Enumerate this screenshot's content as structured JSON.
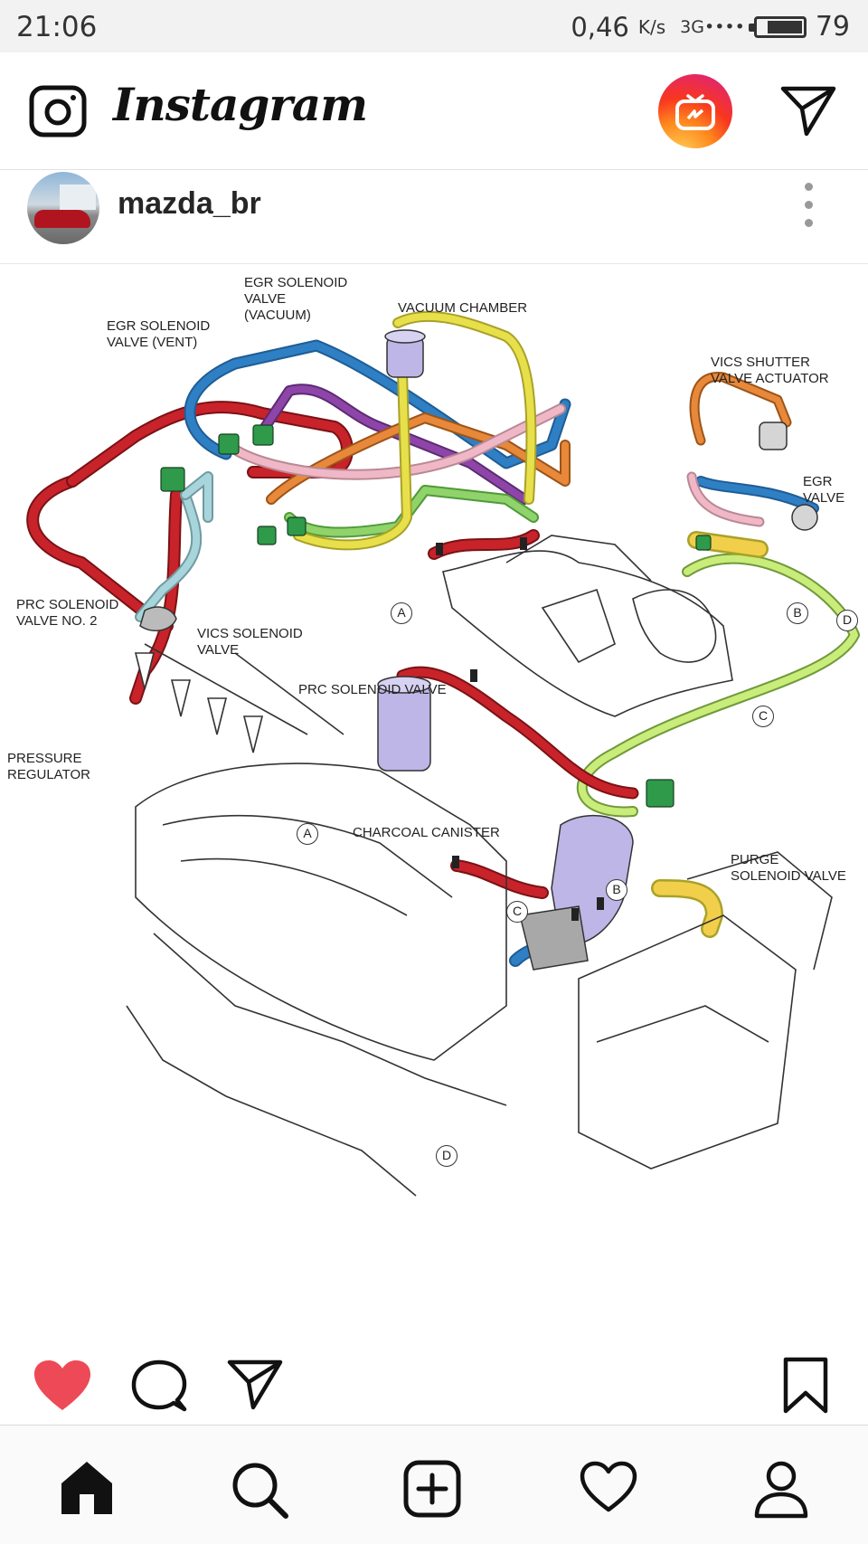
{
  "status_bar": {
    "time": "21:06",
    "speed": "0,46",
    "speed_unit": "K/s",
    "network": "3G••••",
    "battery_level": "79"
  },
  "app": {
    "title": "Instagram"
  },
  "post": {
    "username": "mazda_br",
    "liked": true
  },
  "diagram_labels": {
    "egr_vacuum": [
      "EGR SOLENOID",
      "VALVE",
      "(VACUUM)"
    ],
    "egr_vent": [
      "EGR SOLENOID",
      "VALVE (VENT)"
    ],
    "vacuum_chamber": "VACUUM CHAMBER",
    "vics_shutter": [
      "VICS SHUTTER",
      "VALVE ACTUATOR"
    ],
    "egr_valve": [
      "EGR",
      "VALVE"
    ],
    "prc_no2": [
      "PRC SOLENOID",
      "VALVE NO. 2"
    ],
    "vics_solenoid": [
      "VICS SOLENOID",
      "VALVE"
    ],
    "prc_solenoid": "PRC SOLENOID VALVE",
    "pressure_regulator": [
      "PRESSURE",
      "REGULATOR"
    ],
    "charcoal_canister": "CHARCOAL CANISTER",
    "purge_solenoid": [
      "PURGE",
      "SOLENOID VALVE"
    ],
    "markers": {
      "a": "A",
      "b": "B",
      "c": "C",
      "d": "D"
    }
  },
  "colors": {
    "like_red": "#ed4956",
    "hose_red": "#c8232a",
    "hose_blue": "#2f7fc4",
    "hose_yellow": "#e8e04a",
    "hose_purple": "#8e45a8",
    "hose_orange": "#e8883a",
    "hose_pink": "#f0b8c6",
    "hose_green": "#8fd36a",
    "hose_lightblue": "#a8d4dc",
    "valve_green": "#2e9a4a",
    "canister_lavender": "#bdb6e6"
  },
  "icons": {
    "camera": "camera-icon",
    "igtv": "igtv-icon",
    "direct": "send-icon",
    "more": "more-options-icon",
    "like": "heart-filled-icon",
    "comment": "comment-icon",
    "share": "send-icon",
    "save": "bookmark-icon",
    "home": "home-icon",
    "search": "search-icon",
    "new_post": "add-post-icon",
    "activity": "heart-outline-icon",
    "profile": "profile-icon"
  }
}
